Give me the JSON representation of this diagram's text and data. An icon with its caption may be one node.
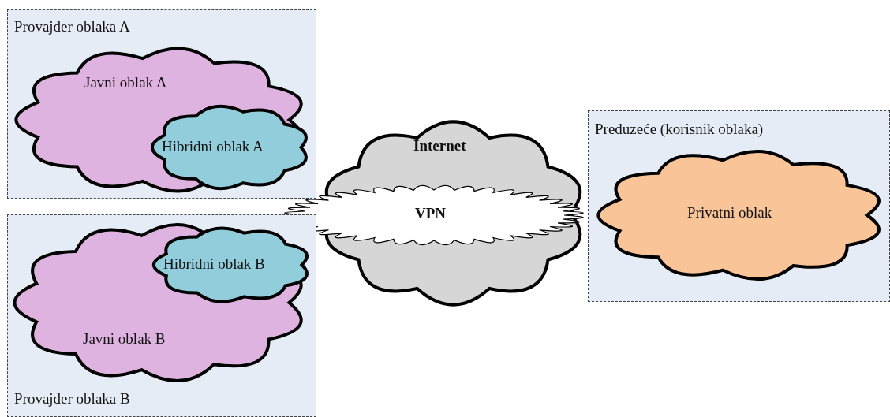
{
  "diagram": {
    "nodes": [
      {
        "text": [
          "Provajder oblaka A"
        ]
      },
      {
        "text": [
          "Javni oblak A"
        ],
        "in": 0
      },
      {
        "text": [
          "Hibridni oblak A"
        ],
        "in": 1
      },
      {
        "text": [
          "Internet"
        ]
      },
      {
        "text": [
          "VPN"
        ]
      },
      {
        "text": [
          "Preduzeće (korisnik oblaka)"
        ]
      },
      {
        "text": [
          "Privatni oblak"
        ],
        "in": 5
      },
      {
        "text": [
          "Provajder oblaka B"
        ]
      },
      {
        "text": [
          "Javni oblak B"
        ],
        "in": 7
      },
      {
        "text": [
          "Hibridni oblak B"
        ],
        "in": 8
      }
    ]
  }
}
